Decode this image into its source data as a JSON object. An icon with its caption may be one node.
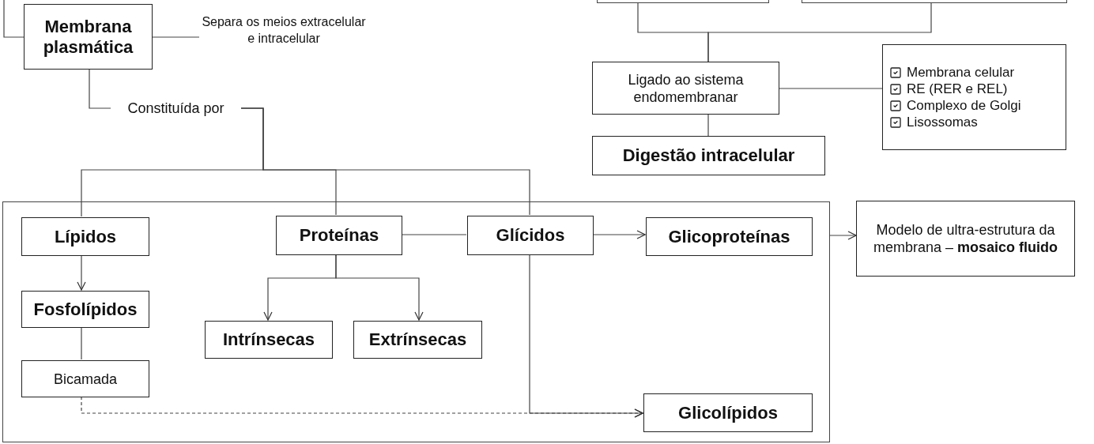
{
  "diagram": {
    "nodes": [
      {
        "text": [
          "Membrana plasmática"
        ]
      },
      {
        "text": [
          "Separa os meios extracelular e intracelular"
        ]
      },
      {
        "text": [
          "Constituída por"
        ]
      },
      {
        "text": [],
        "shape": "box"
      },
      {
        "text": [],
        "shape": "box"
      },
      {
        "text": [
          "Ligado ao sistema endomembranar"
        ]
      },
      {
        "text": [
          "Membrana celular",
          "RE (RER e REL)",
          "Complexo de Golgi",
          "Lisossomas"
        ]
      },
      {
        "text": [
          "Digestão intracelular"
        ]
      },
      {
        "text": [],
        "shape": "box"
      },
      {
        "text": [
          "Lípidos"
        ],
        "in": 8
      },
      {
        "text": [
          "Proteínas"
        ],
        "in": 8
      },
      {
        "text": [
          "Glícidos"
        ],
        "in": 8
      },
      {
        "text": [
          "Glicoproteínas"
        ],
        "in": 8
      },
      {
        "text": [
          "Fosfolípidos"
        ],
        "in": 8
      },
      {
        "text": [
          "Intrínsecas"
        ],
        "in": 8
      },
      {
        "text": [
          "Extrínsecas"
        ],
        "in": 8
      },
      {
        "text": [
          "Bicamada"
        ],
        "in": 8
      },
      {
        "text": [
          "Glicolípidos"
        ],
        "in": 8
      },
      {
        "text": [
          "Modelo de ultra-estrutura da membrana – **mosaico fluido**"
        ]
      }
    ],
    "edges": [
      {
        "from": null,
        "to": 0,
        "arrow": "none"
      },
      {
        "from": 0,
        "to": 1,
        "arrow": "none"
      },
      {
        "from": 0,
        "to": 2,
        "arrow": "none"
      },
      {
        "from": 2,
        "to": 9,
        "arrow": "none"
      },
      {
        "from": 2,
        "to": 10,
        "arrow": "none"
      },
      {
        "from": 2,
        "to": 11,
        "arrow": "none"
      },
      {
        "from": 3,
        "to": 5,
        "arrow": "none"
      },
      {
        "from": 4,
        "to": 5,
        "arrow": "none"
      },
      {
        "from": 5,
        "to": 6,
        "arrow": "none"
      },
      {
        "from": 5,
        "to": 7,
        "arrow": "none"
      },
      {
        "from": 9,
        "to": 13,
        "arrow": "to"
      },
      {
        "from": 10,
        "to": 14,
        "arrow": "to"
      },
      {
        "from": 10,
        "to": 15,
        "arrow": "to"
      },
      {
        "from": 10,
        "to": 11,
        "arrow": "none"
      },
      {
        "from": 11,
        "to": 12,
        "arrow": "to"
      },
      {
        "from": 13,
        "to": 16,
        "arrow": "none"
      },
      {
        "from": 16,
        "to": 17,
        "arrow": "to",
        "style": "dashed"
      },
      {
        "from": 11,
        "to": 17,
        "arrow": "to"
      },
      {
        "from": 8,
        "to": 18,
        "arrow": "to"
      }
    ]
  }
}
